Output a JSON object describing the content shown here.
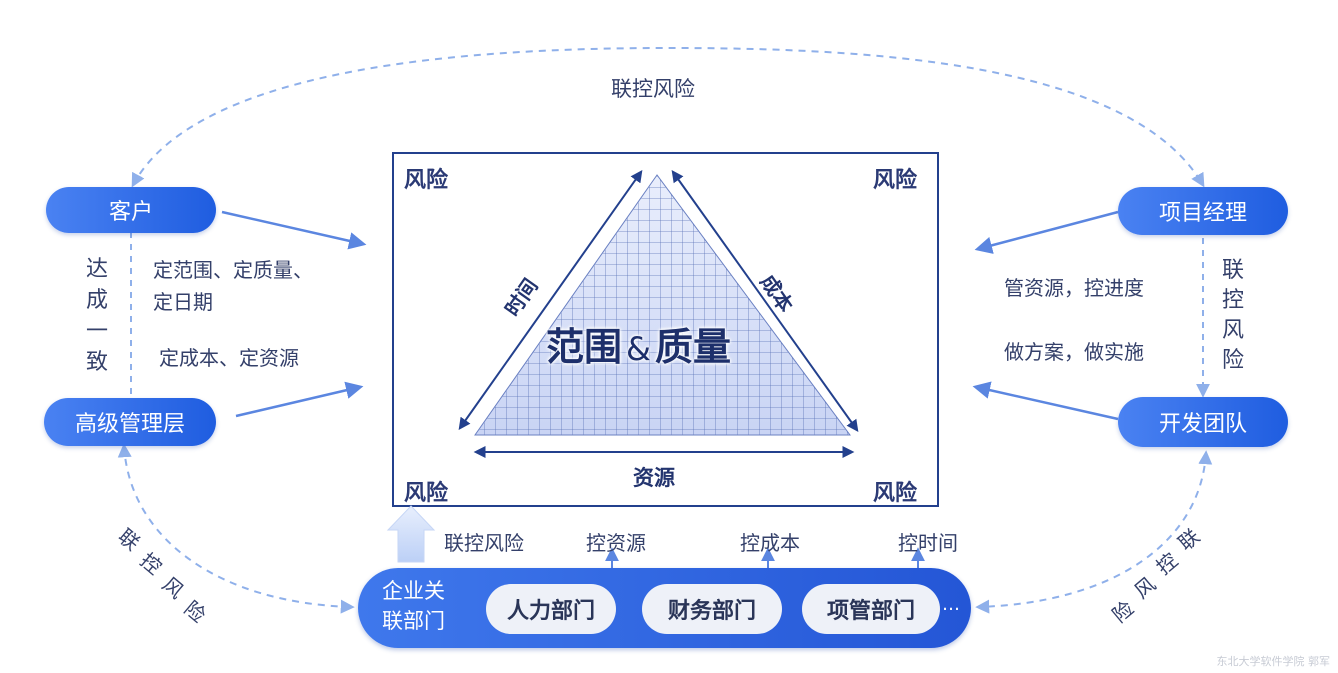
{
  "top_label": "联控风险",
  "nodes": {
    "client": "客户",
    "senior_management": "高级管理层",
    "project_manager": "项目经理",
    "dev_team": "开发团队"
  },
  "left": {
    "consensus": [
      "达",
      "成",
      "一",
      "致"
    ],
    "line1": "定范围、定质量、",
    "line2": "定日期",
    "line3": "定成本、定资源"
  },
  "right": {
    "line1": "管资源，控进度",
    "line2": "做方案，做实施",
    "risk_control": [
      "联",
      "控",
      "风",
      "险"
    ]
  },
  "center": {
    "corners": [
      "风险",
      "风险",
      "风险",
      "风险"
    ],
    "time": "时间",
    "cost": "成本",
    "resource": "资源",
    "title_part1": "范围",
    "ampersand": "&",
    "title_part2": "质量"
  },
  "bottom_left_label": [
    "联",
    "控",
    "风",
    "险"
  ],
  "bottom_right_label": [
    "联",
    "控",
    "风",
    "险"
  ],
  "bottom": {
    "labels": [
      "联控风险",
      "控资源",
      "控成本",
      "控时间"
    ],
    "enterprise": [
      "企业关",
      "联部门"
    ],
    "departments": [
      "人力部门",
      "财务部门",
      "项管部门"
    ],
    "ellipsis": "…"
  },
  "watermark": "东北大学软件学院 郭军",
  "colors": {
    "accent": "#2d63e6",
    "dashed": "#8fb0ea",
    "frame": "#23408d",
    "text": "#34406a"
  }
}
